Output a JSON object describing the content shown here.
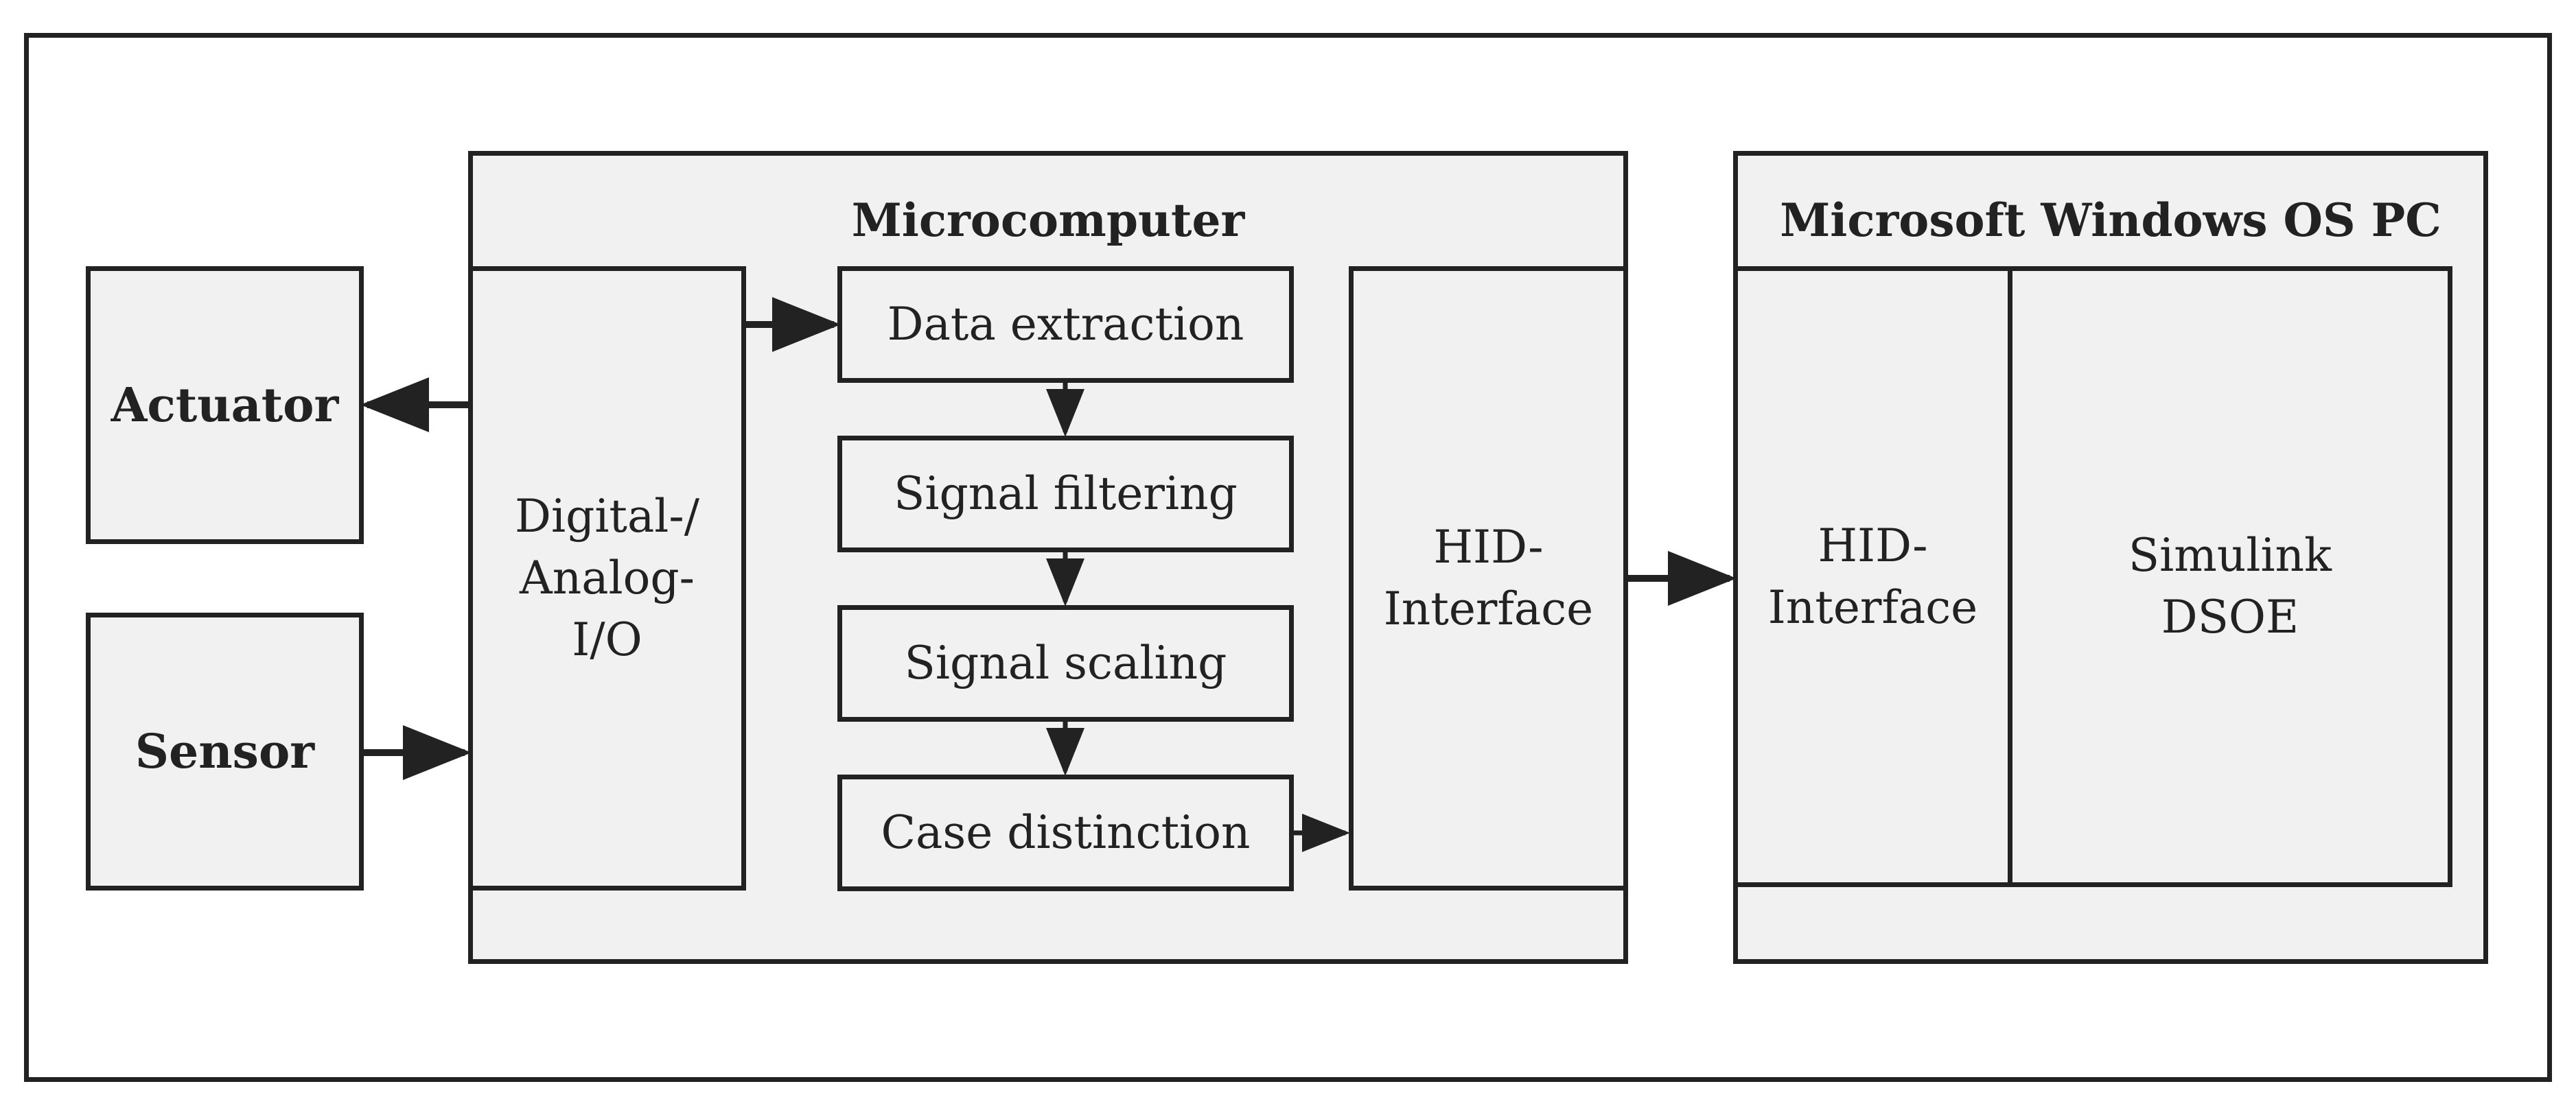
{
  "diagram": {
    "blocks": {
      "actuator": "Actuator",
      "sensor": "Sensor",
      "microcomputer_title": "Microcomputer",
      "digital_analog_io": "Digital-/\nAnalog-\nI/O",
      "data_extraction": "Data extraction",
      "signal_filtering": "Signal filtering",
      "signal_scaling": "Signal scaling",
      "case_distinction": "Case distinction",
      "hid_interface_micro": "HID-\nInterface",
      "pc_title": "Microsoft Windows OS PC",
      "hid_interface_pc": "HID-\nInterface",
      "simulink_dsoe": "Simulink\nDSOE"
    },
    "connections": [
      {
        "from": "Digital-/Analog-I/O",
        "to": "Actuator"
      },
      {
        "from": "Sensor",
        "to": "Digital-/Analog-I/O"
      },
      {
        "from": "Digital-/Analog-I/O",
        "to": "Data extraction"
      },
      {
        "from": "Data extraction",
        "to": "Signal filtering"
      },
      {
        "from": "Signal filtering",
        "to": "Signal scaling"
      },
      {
        "from": "Signal scaling",
        "to": "Case distinction"
      },
      {
        "from": "Case distinction",
        "to": "HID-Interface (Microcomputer)"
      },
      {
        "from": "HID-Interface (Microcomputer)",
        "to": "HID-Interface (PC)"
      }
    ],
    "colors": {
      "stroke": "#222222",
      "fill": "#f1f1f1",
      "background": "#ffffff"
    }
  }
}
